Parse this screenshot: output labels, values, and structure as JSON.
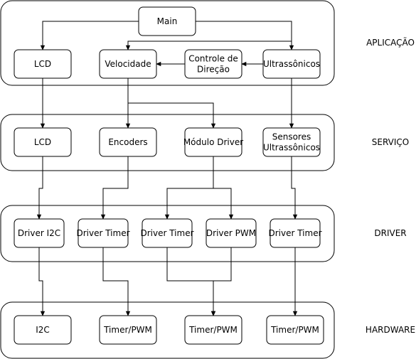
{
  "layers": [
    {
      "id": "app",
      "label": "APLICAÇÃO"
    },
    {
      "id": "service",
      "label": "SERVIÇO"
    },
    {
      "id": "driver",
      "label": "DRIVER"
    },
    {
      "id": "hardware",
      "label": "HARDWARE"
    }
  ],
  "nodes": {
    "main": {
      "lines": [
        "Main"
      ]
    },
    "lcd_app": {
      "lines": [
        "LCD"
      ]
    },
    "velocidade": {
      "lines": [
        "Velocidade"
      ]
    },
    "controle_direcao": {
      "lines": [
        "Controle de",
        "Direção"
      ]
    },
    "ultrassonicos_app": {
      "lines": [
        "Ultrassônicos"
      ]
    },
    "lcd_srv": {
      "lines": [
        "LCD"
      ]
    },
    "encoders": {
      "lines": [
        "Encoders"
      ]
    },
    "modulo_driver": {
      "lines": [
        "Módulo Driver"
      ]
    },
    "sensores": {
      "lines": [
        "Sensores",
        "Ultrassônicos"
      ]
    },
    "driver_i2c": {
      "lines": [
        "Driver I2C"
      ]
    },
    "driver_timer_1": {
      "lines": [
        "Driver Timer"
      ]
    },
    "driver_timer_2": {
      "lines": [
        "Driver Timer"
      ]
    },
    "driver_pwm": {
      "lines": [
        "Driver PWM"
      ]
    },
    "driver_timer_3": {
      "lines": [
        "Driver Timer"
      ]
    },
    "hw_i2c": {
      "lines": [
        "I2C"
      ]
    },
    "hw_timer_pwm_1": {
      "lines": [
        "Timer/PWM"
      ]
    },
    "hw_timer_pwm_2": {
      "lines": [
        "Timer/PWM"
      ]
    },
    "hw_timer_pwm_3": {
      "lines": [
        "Timer/PWM"
      ]
    }
  },
  "edges": [
    {
      "from": "main",
      "to": "lcd_app"
    },
    {
      "from": "main",
      "to": "ultrassonicos_app"
    },
    {
      "from": "ultrassonicos_app",
      "to": "velocidade"
    },
    {
      "from": "ultrassonicos_app",
      "to": "controle_direcao"
    },
    {
      "from": "controle_direcao",
      "to": "velocidade"
    },
    {
      "from": "lcd_app",
      "to": "lcd_srv"
    },
    {
      "from": "velocidade",
      "to": "encoders"
    },
    {
      "from": "velocidade",
      "to": "modulo_driver"
    },
    {
      "from": "ultrassonicos_app",
      "to": "sensores"
    },
    {
      "from": "lcd_srv",
      "to": "driver_i2c"
    },
    {
      "from": "encoders",
      "to": "driver_timer_1"
    },
    {
      "from": "modulo_driver",
      "to": "driver_timer_2"
    },
    {
      "from": "modulo_driver",
      "to": "driver_pwm"
    },
    {
      "from": "sensores",
      "to": "driver_timer_3"
    },
    {
      "from": "driver_i2c",
      "to": "hw_i2c"
    },
    {
      "from": "driver_timer_1",
      "to": "hw_timer_pwm_1"
    },
    {
      "from": "driver_timer_2",
      "to": "hw_timer_pwm_2"
    },
    {
      "from": "driver_pwm",
      "to": "hw_timer_pwm_2"
    },
    {
      "from": "driver_timer_3",
      "to": "hw_timer_pwm_3"
    }
  ]
}
